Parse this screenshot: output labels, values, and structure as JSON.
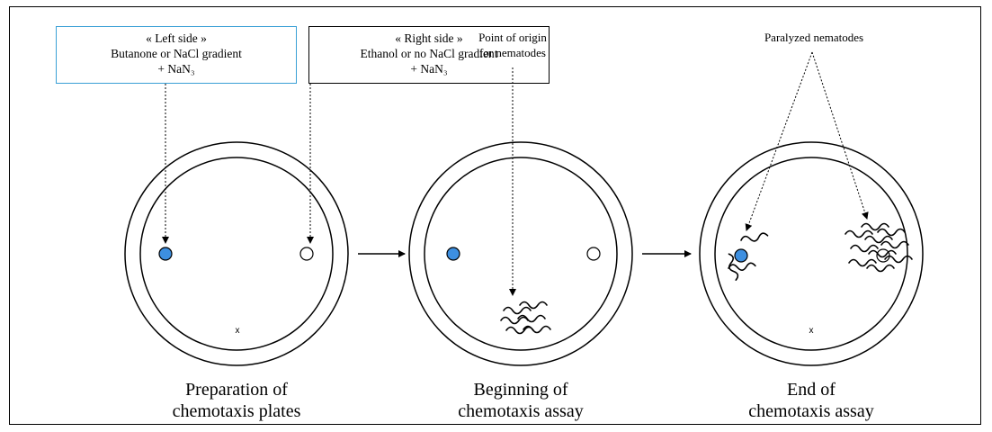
{
  "left_box": {
    "line1": "« Left side »",
    "line2": "Butanone or NaCl gradient",
    "line3": "+ NaN₃",
    "border_color": "#3aa0d6"
  },
  "right_box": {
    "line1": "« Right side »",
    "line2": "Ethanol or no NaCl gradient",
    "line3": "+ NaN₃"
  },
  "origin_note": {
    "line1": "Point of origin",
    "line2": "for nematodes"
  },
  "paralyzed_note": "Paralyzed nematodes",
  "marks": {
    "origin_mark": "x"
  },
  "captions": [
    {
      "line1": "Preparation of",
      "line2": "chemotaxis plates"
    },
    {
      "line1": "Beginning of",
      "line2": "chemotaxis assay"
    },
    {
      "line1": "End of",
      "line2": "chemotaxis assay"
    }
  ],
  "colors": {
    "attractant_dot": "#3d8fe0",
    "ring": "#000000"
  }
}
